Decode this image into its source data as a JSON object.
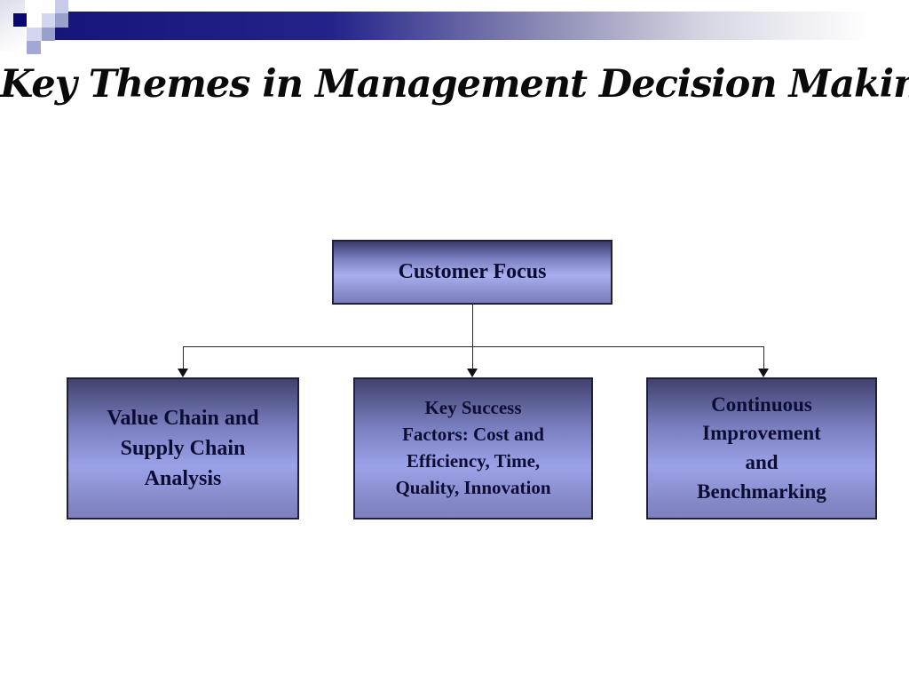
{
  "slide": {
    "title": "Key Themes in Management Decision Making"
  },
  "diagram": {
    "root": {
      "label": "Customer Focus"
    },
    "children": [
      {
        "label": "Value Chain and\nSupply Chain\nAnalysis"
      },
      {
        "label": "Key Success\nFactors: Cost and\nEfficiency, Time,\nQuality, Innovation"
      },
      {
        "label": "Continuous\nImprovement\nand\nBenchmarking"
      }
    ]
  },
  "colors": {
    "header_bar_navy": "#1c1c85",
    "deco_square_navy": "#08086e",
    "deco_square_medium": "#9aa0cc",
    "deco_square_light": "#d3d6ee",
    "box_border": "#1f1f3d",
    "box_gradient_dark": "#3b3b69",
    "box_gradient_light": "#a8aeee",
    "box_text": "#0d0d33",
    "title_text": "#0a0a0a",
    "connector": "#2a2a2a"
  }
}
